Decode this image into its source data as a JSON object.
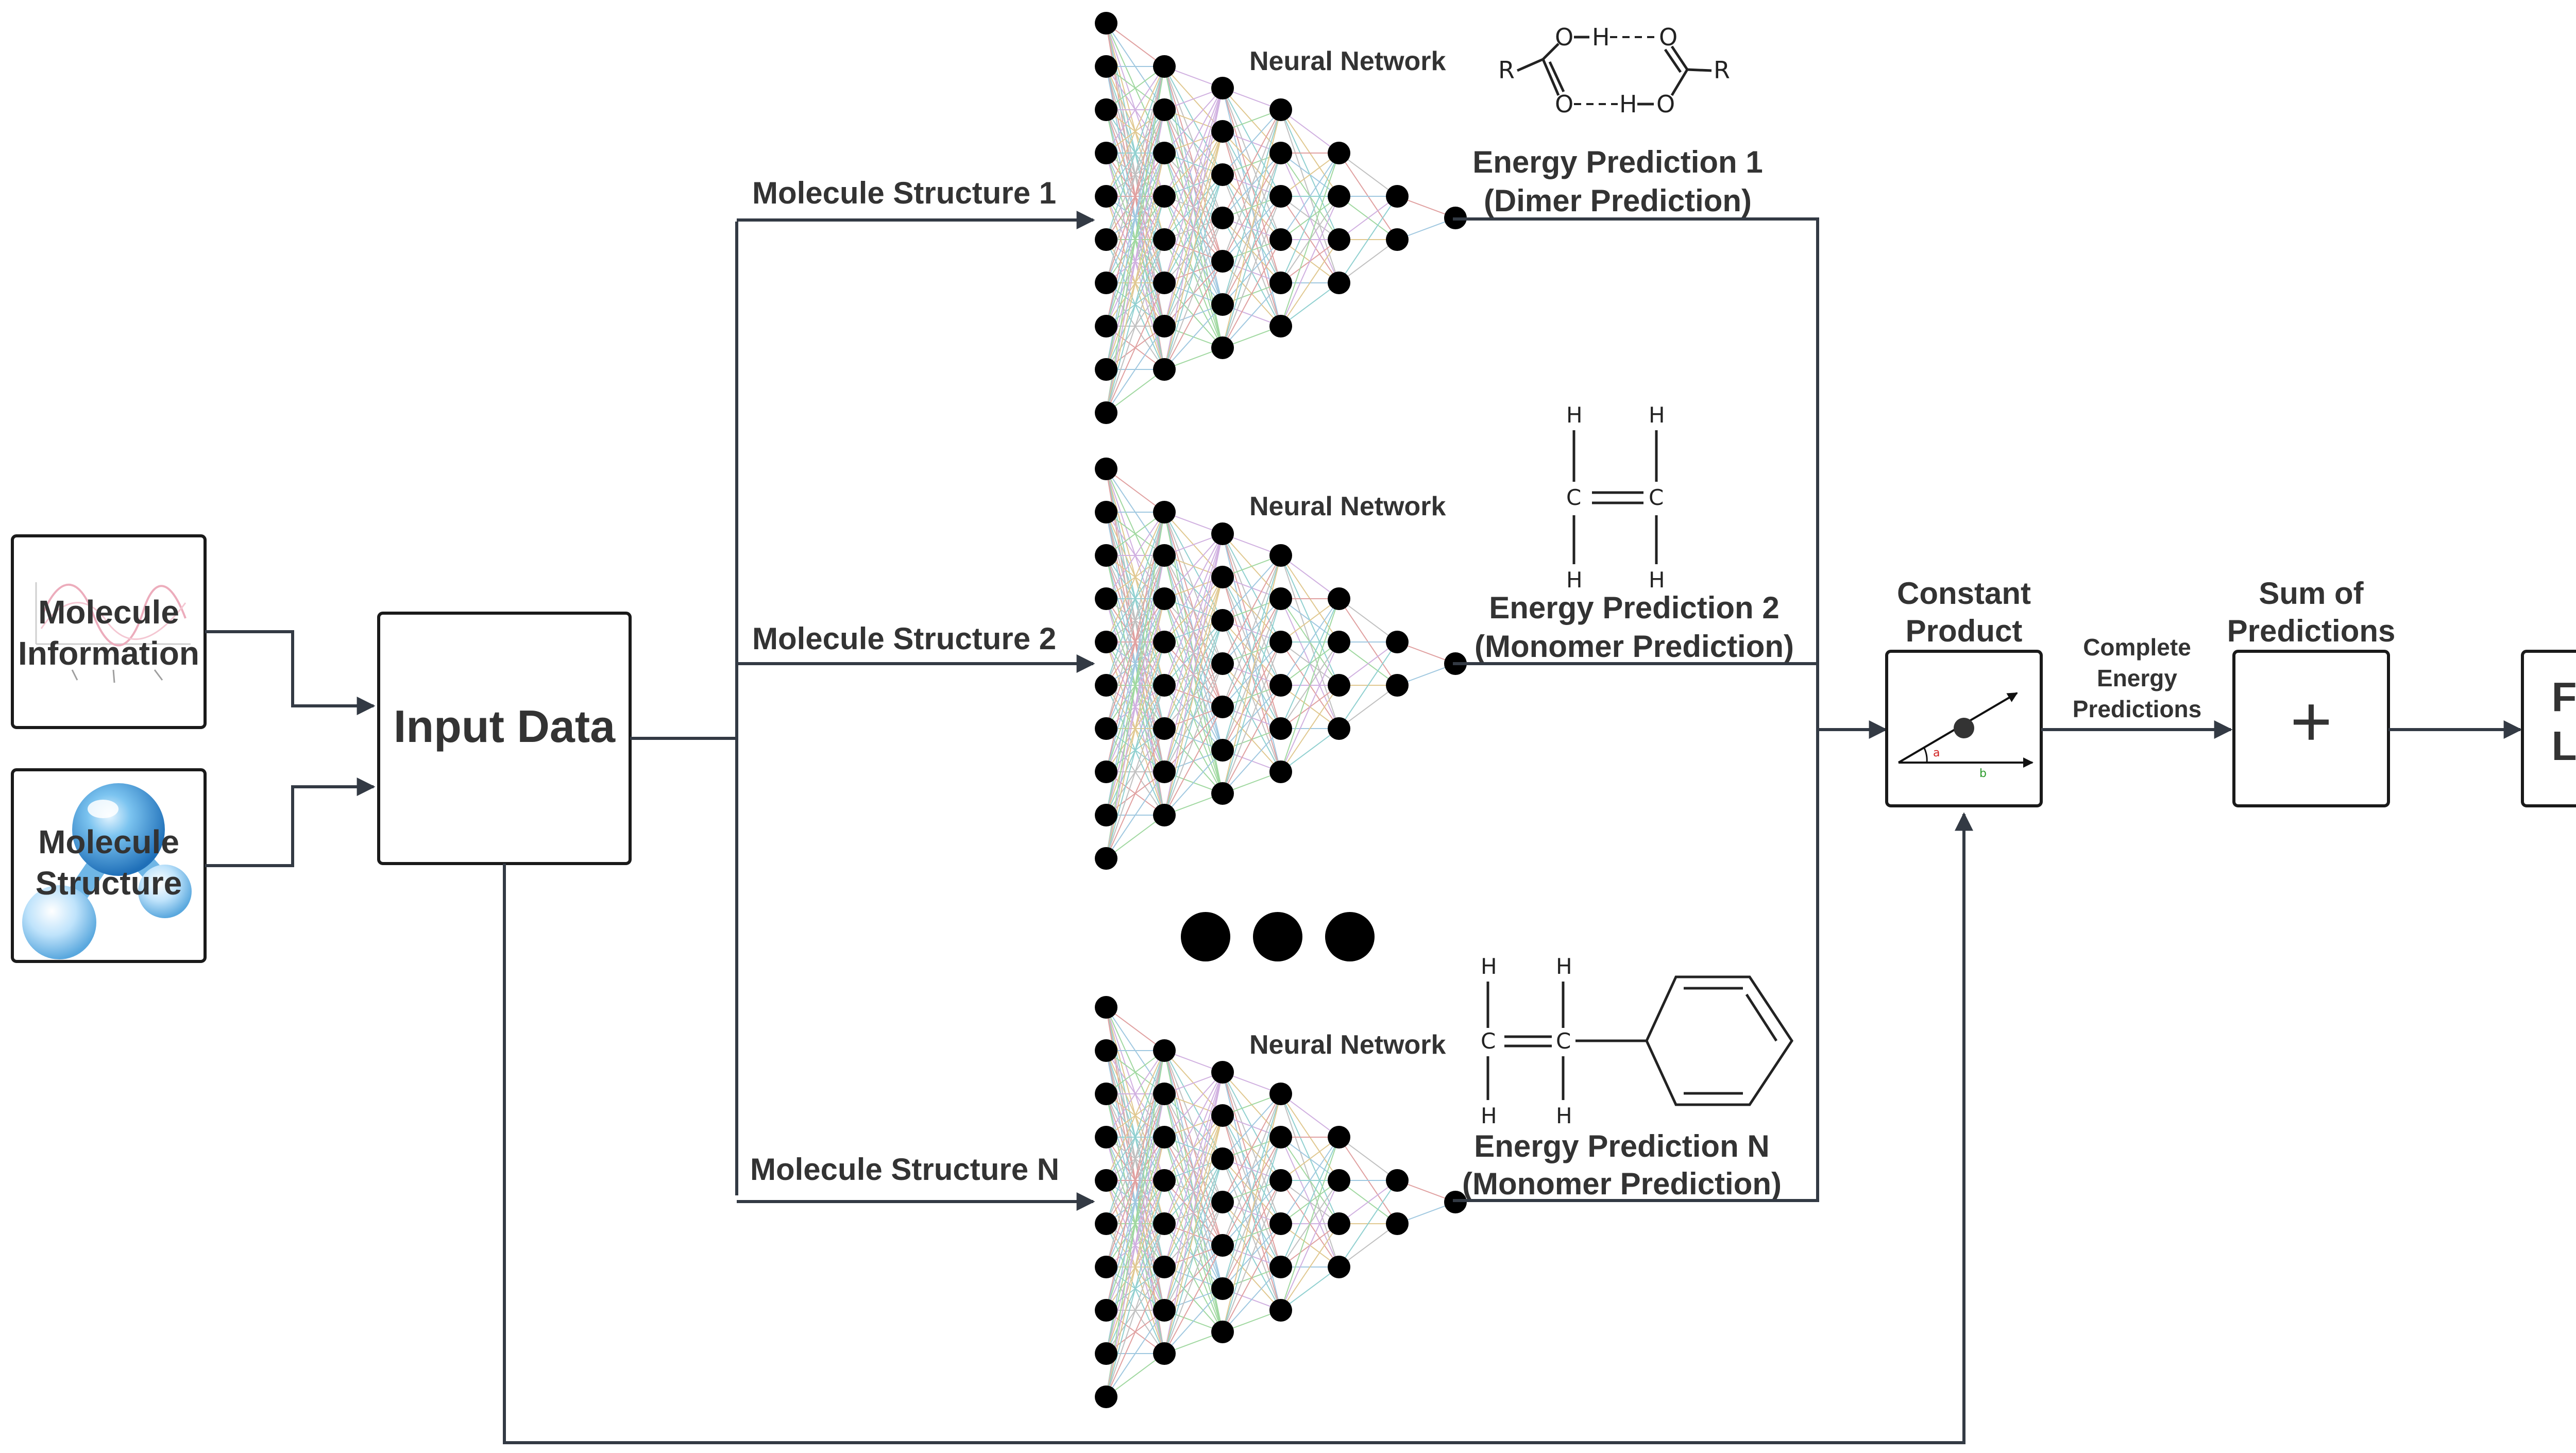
{
  "inputs": {
    "info_label": "Molecule Information",
    "structure_label": "Molecule Structure"
  },
  "input_data": {
    "label": "Input Data"
  },
  "branches": [
    {
      "structure_label": "Molecule Structure 1",
      "nn_label": "Neural Network",
      "prediction_line1": "Energy Prediction 1",
      "prediction_line2": "(Dimer Prediction)",
      "molecule": "carboxylic-acid-dimer"
    },
    {
      "structure_label": "Molecule Structure 2",
      "nn_label": "Neural Network",
      "prediction_line1": "Energy Prediction 2",
      "prediction_line2": "(Monomer Prediction)",
      "molecule": "ethylene"
    },
    {
      "structure_label": "Molecule Structure N",
      "nn_label": "Neural Network",
      "prediction_line1": "Energy Prediction N",
      "prediction_line2": "(Monomer Prediction)",
      "molecule": "styrene"
    }
  ],
  "ellipsis": "more-networks-dots",
  "network_layers": [
    10,
    8,
    7,
    6,
    4,
    2,
    1
  ],
  "constant_product": {
    "title_line1": "Constant",
    "title_line2": "Product",
    "vector_a": "a",
    "vector_b": "b"
  },
  "complete_predictions": {
    "line1": "Complete",
    "line2": "Energy",
    "line3": "Predictions"
  },
  "sum": {
    "title_line1": "Sum of",
    "title_line2": "Predictions",
    "symbol": "+"
  },
  "final_loss": {
    "line1": "Final",
    "line2": "Loss"
  },
  "chem": {
    "R": "R",
    "O": "O",
    "H": "H",
    "C": "C"
  },
  "colors": {
    "line": "#333a44",
    "node": "#000000",
    "water_blue": "#2b8fd6",
    "accent_red": "#d02020",
    "accent_green": "#2a9a2a"
  }
}
